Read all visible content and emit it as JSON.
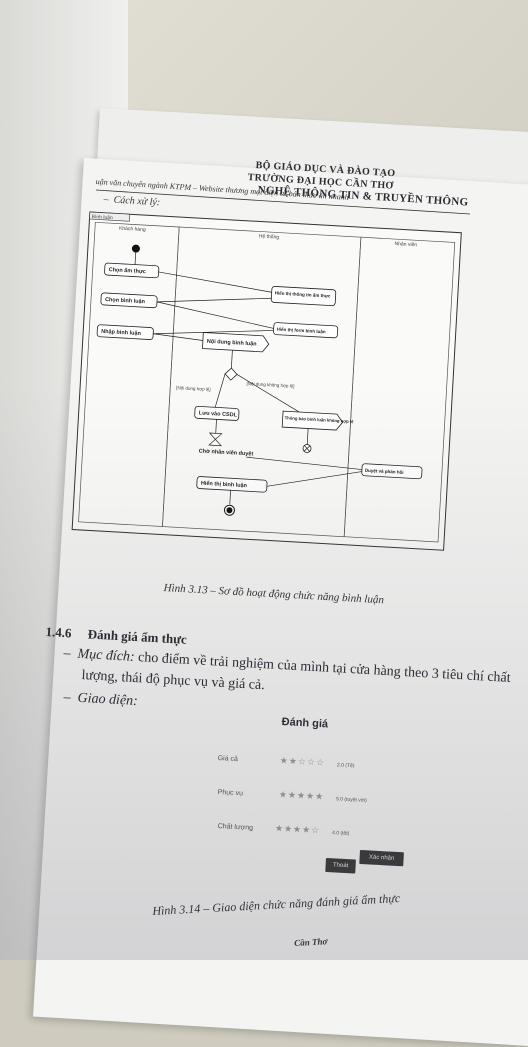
{
  "document": {
    "ministry": "BỘ GIÁO DỤC VÀ ĐÀO TẠO",
    "university": "TRƯỜNG ĐẠI HỌC CẦN THƠ",
    "faculty": "NGHỆ THÔNG TIN & TRUYỀN THÔNG",
    "running_header": "uận văn chuyên ngành KTPM – Website thương mại điện tử bán thức ăn nhanh",
    "subsection": "Cách xử lý:",
    "diagram": {
      "frame_title": "Bình luận",
      "lanes": [
        "Khách hàng",
        "Hệ thống",
        "Nhân viên"
      ],
      "nodes": {
        "chon_am_thuc": "Chọn ẩm thực",
        "hien_thi_thong_tin": "Hiển thị thông tin ẩm thực",
        "chon_binh_luan": "Chọn bình luận",
        "hien_thi_form": "Hiển thị form bình luận",
        "nhap_binh_luan": "Nhập bình luận",
        "noi_dung_binh_luan": "Nội dung bình luận",
        "noi_dung_khong_hop_le": "[Nội dung không hợp lệ]",
        "noi_dung_hop_le": "[Nội dung hợp lệ]",
        "luu_vao_csdl": "Lưu vào CSDL",
        "thong_bao": "Thông báo bình luận không hợp lệ",
        "cho_nhan_vien": "Chờ nhân viên duyệt",
        "duyet": "Duyệt và phản hồi",
        "hien_thi_binh_luan": "Hiển thị bình luận"
      }
    },
    "figure_caption_1": "Hình 3.13 – Sơ đồ hoạt động chức năng bình luận",
    "section_number": "1.4.6",
    "section_title": "Đánh giá ẩm thực",
    "purpose_label": "Mục đích:",
    "purpose_text": "cho điểm về trải nghiệm của mình tại cửa hàng theo 3 tiêu chí chất",
    "purpose_text_2": "lượng, thái độ phục vụ và giá cả.",
    "interface_label": "Giao diện:",
    "rating_ui": {
      "title": "Đánh giá",
      "rows": [
        {
          "label": "Giá cả",
          "stars": 2,
          "value": "2.0 (Tệ)"
        },
        {
          "label": "Phục vụ",
          "stars": 5,
          "value": "5.0 (tuyệt vời)"
        },
        {
          "label": "Chất lượng",
          "stars": 4,
          "value": "4.0 (tốt)"
        }
      ],
      "cancel_button": "Thoát",
      "confirm_button": "Xác nhận"
    },
    "figure_caption_2": "Hình 3.14 – Giao diện chức năng đánh giá ẩm thực",
    "footer_fragment": "Cần Thơ"
  }
}
